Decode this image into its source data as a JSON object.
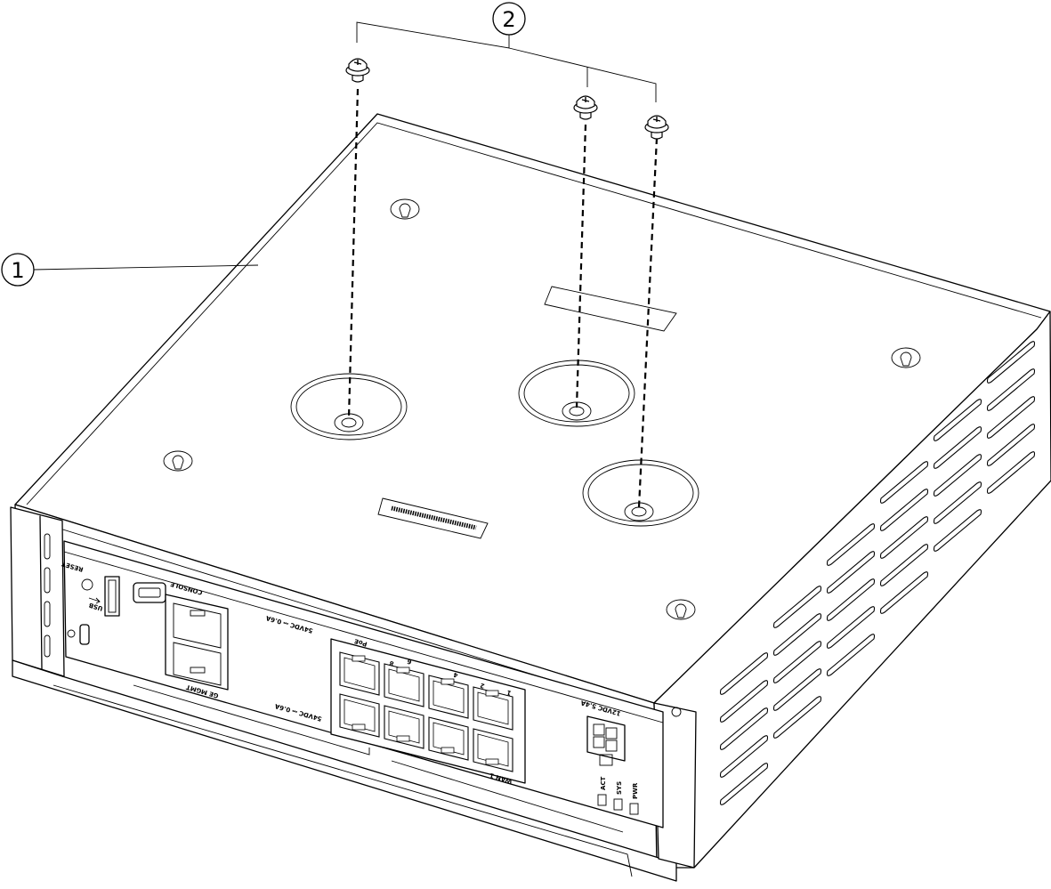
{
  "callouts": {
    "device": "1",
    "screws": "2"
  },
  "colors": {
    "line": "#000000",
    "background": "#ffffff"
  },
  "labels": {
    "reset": "RESET",
    "usb": "USB",
    "console": "CONSOLE",
    "ge_mgmt": "GE MGMT",
    "poe_rating_top": "54VDC ⎓ 0.6A",
    "poe_rating_bottom": "54VDC ⎓ 0.6A",
    "port_8": "8",
    "port_6": "6",
    "port_4": "4",
    "port_2": "2",
    "port_1": "1",
    "poe_tag": "PoE",
    "wan1": "WAN 1",
    "power_rating": "12VDC 5.4A",
    "act": "ACT",
    "sys": "SYS",
    "pwr": "PWR"
  }
}
